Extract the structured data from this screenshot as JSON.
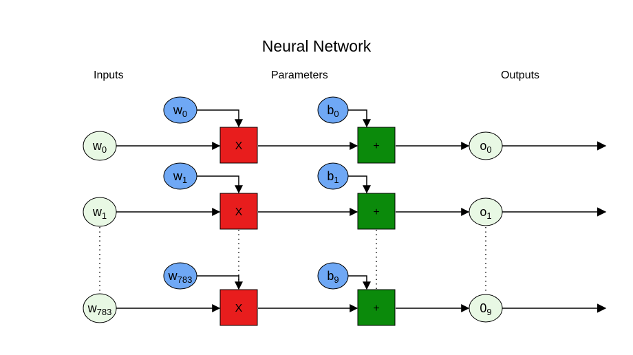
{
  "title": "Neural Network",
  "columns": {
    "inputs": "Inputs",
    "parameters": "Parameters",
    "outputs": "Outputs"
  },
  "rows": [
    {
      "input": {
        "base": "w",
        "sub": "0"
      },
      "weight": {
        "base": "w",
        "sub": "0"
      },
      "bias": {
        "base": "b",
        "sub": "0"
      },
      "output": {
        "base": "o",
        "sub": "0"
      }
    },
    {
      "input": {
        "base": "w",
        "sub": "1"
      },
      "weight": {
        "base": "w",
        "sub": "1"
      },
      "bias": {
        "base": "b",
        "sub": "1"
      },
      "output": {
        "base": "o",
        "sub": "1"
      }
    },
    {
      "input": {
        "base": "w",
        "sub": "783"
      },
      "weight": {
        "base": "w",
        "sub": "783"
      },
      "bias": {
        "base": "b",
        "sub": "9"
      },
      "output": {
        "base": "0",
        "sub": "9"
      }
    }
  ],
  "operators": {
    "multiply": "X",
    "add": "+"
  },
  "colors": {
    "input_fill": "#e8f8e4",
    "param_fill": "#6fa8f5",
    "multiply_fill": "#e81d1d",
    "add_fill": "#0b8a0b",
    "line": "#000000"
  }
}
